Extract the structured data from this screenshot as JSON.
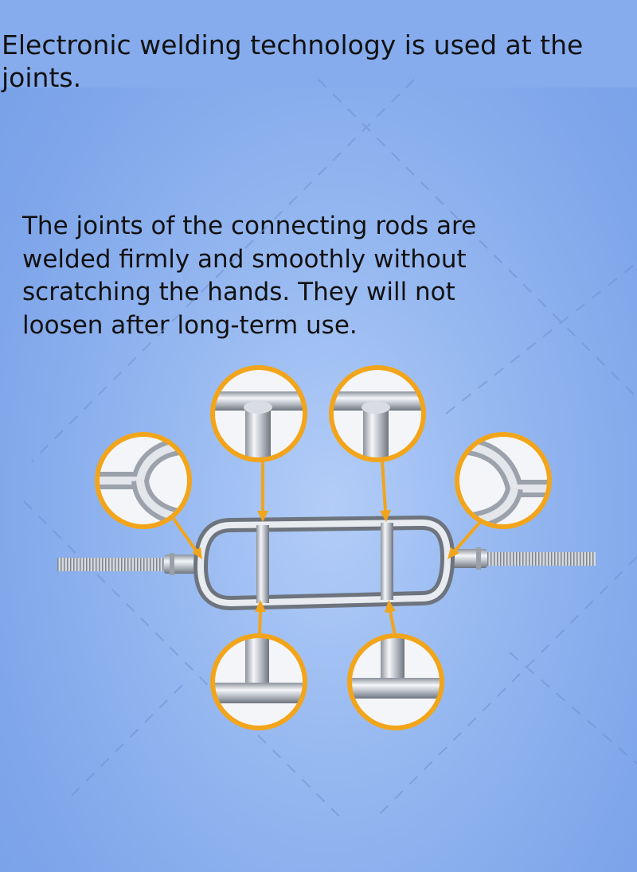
{
  "headline": "Electronic welding technology is used at the joints.",
  "body_text": "The joints of the connecting rods are welded firmly and smoothly without scratching the hands. They will not loosen after long-term use.",
  "colors": {
    "background": "#86acee",
    "callout_ring": "#f2a51a",
    "text": "#111111",
    "steel": "#c9ced6"
  },
  "illustration": {
    "subject": "tricep-bar",
    "callout_count": 6
  }
}
